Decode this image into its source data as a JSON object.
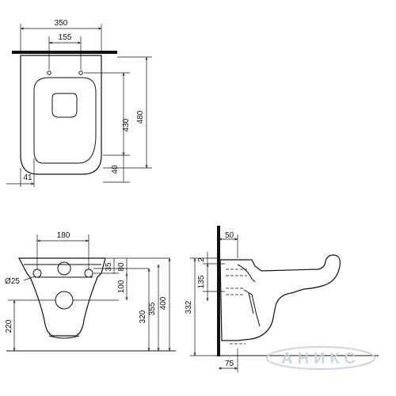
{
  "drawing": {
    "top_view": {
      "width_label": "350",
      "hole_spacing_label": "155",
      "length_label": "480",
      "seat_length_label": "430",
      "front_offset_label": "40",
      "side_offset_label": "41"
    },
    "front_view": {
      "inlet_spacing_label": "180",
      "hole_diameter_label": "Ø25",
      "dim_35_label": "35",
      "dim_80_label": "80",
      "dim_100_label": "100",
      "dim_220_label": "220",
      "dim_320_label": "320",
      "dim_355_label": "355",
      "dim_400_label": "400"
    },
    "side_view": {
      "depth_label": "50",
      "dim_2_label": "2",
      "dim_135_label": "135",
      "dim_332_label": "332",
      "outlet_label": "75"
    },
    "watermark": "АНИКС"
  }
}
